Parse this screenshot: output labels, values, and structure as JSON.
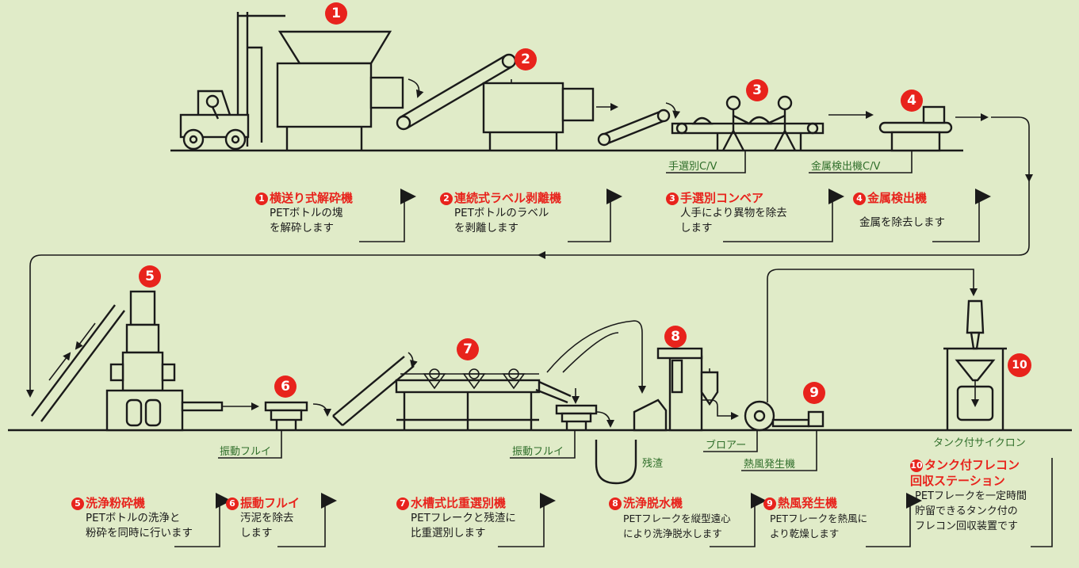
{
  "diagram": {
    "background": "#e0ebc8",
    "accent": "#e8231c",
    "label_color": "#2f6e2a",
    "badges": [
      "1",
      "2",
      "3",
      "4",
      "5",
      "6",
      "7",
      "8",
      "9",
      "10"
    ],
    "machine_labels": {
      "sort_cv": "手選別C/V",
      "metal_cv": "金属検出機C/V",
      "sieve_a": "振動フルイ",
      "sieve_b": "振動フルイ",
      "residue": "残渣",
      "blower": "ブロアー",
      "hot_air": "熱風発生機",
      "cyclone": "タンク付サイクロン"
    },
    "steps": [
      {
        "num": "1",
        "title": "横送り式解砕機",
        "desc": "PETボトルの塊\nを解砕します"
      },
      {
        "num": "2",
        "title": "連続式ラベル剥離機",
        "desc": "PETボトルのラベル\nを剥離します"
      },
      {
        "num": "3",
        "title": "手選別コンベア",
        "desc": "人手により異物を除去\nします"
      },
      {
        "num": "4",
        "title": "金属検出機",
        "desc": "金属を除去します"
      },
      {
        "num": "5",
        "title": "洗浄粉砕機",
        "desc": "PETボトルの洗浄と\n粉砕を同時に行います"
      },
      {
        "num": "6",
        "title": "振動フルイ",
        "desc": "汚泥を除去\nします"
      },
      {
        "num": "7",
        "title": "水槽式比重選別機",
        "desc": "PETフレークと残渣に\n比重選別します"
      },
      {
        "num": "8",
        "title": "洗浄脱水機",
        "desc": "PETフレークを縦型遠心\nにより洗浄脱水します"
      },
      {
        "num": "9",
        "title": "熱風発生機",
        "desc": "PETフレークを熱風に\nより乾燥します"
      },
      {
        "num": "10",
        "title": "タンク付フレコン\n回収ステーション",
        "desc": "PETフレークを一定時間\n貯留できるタンク付の\nフレコン回収装置です"
      }
    ]
  }
}
